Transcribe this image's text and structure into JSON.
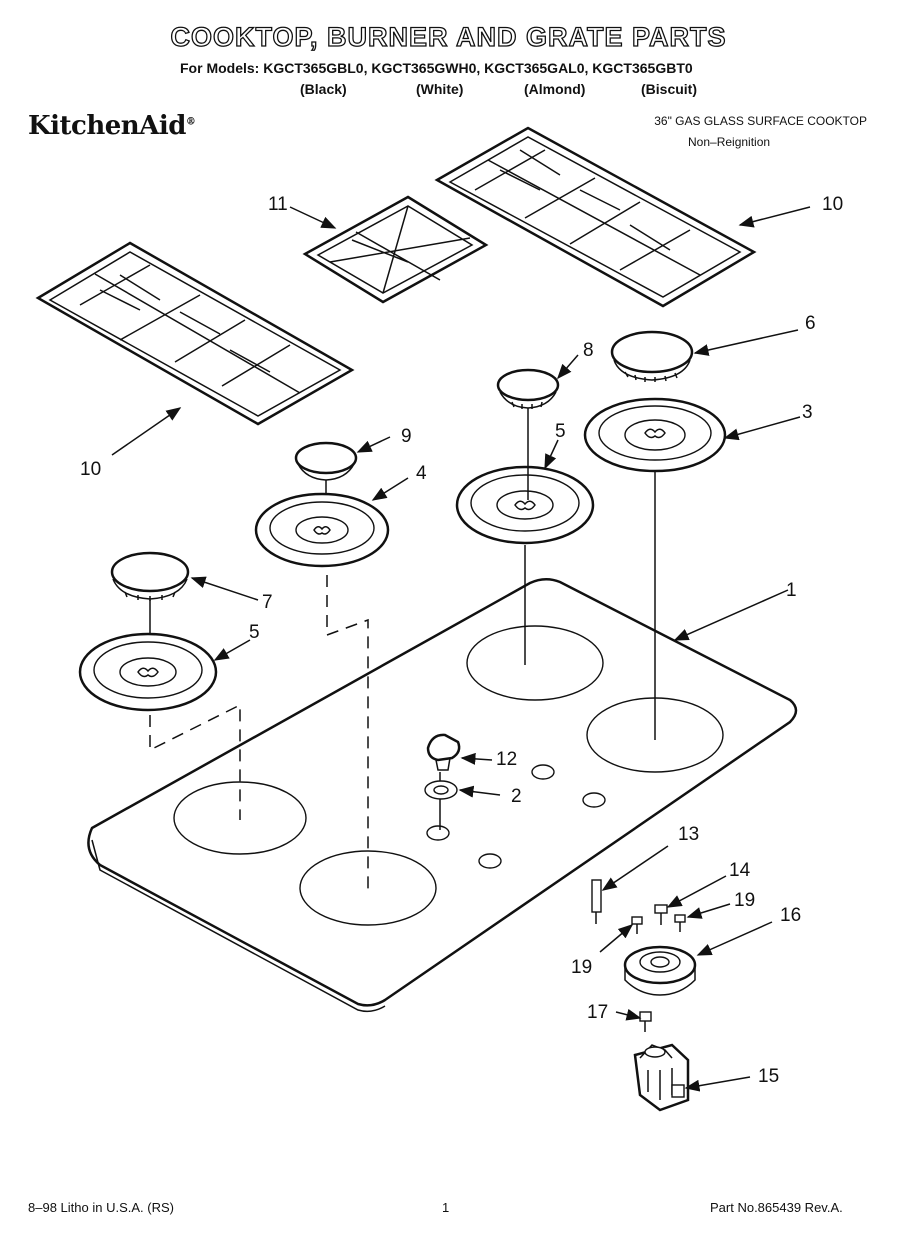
{
  "header": {
    "title": "COOKTOP, BURNER AND GRATE PARTS",
    "models": "For Models: KGCT365GBL0, KGCT365GWH0, KGCT365GAL0, KGCT365GBT0",
    "colors": [
      "(Black)",
      "(White)",
      "(Almond)",
      "(Biscuit)"
    ],
    "brand": "KitchenAid",
    "product": "36\" GAS GLASS SURFACE COOKTOP",
    "ignition": "Non–Reignition"
  },
  "callouts": {
    "c1": "1",
    "c2": "2",
    "c3": "3",
    "c4": "4",
    "c5a": "5",
    "c5b": "5",
    "c6": "6",
    "c7": "7",
    "c8": "8",
    "c9": "9",
    "c10a": "10",
    "c10b": "10",
    "c11": "11",
    "c12": "12",
    "c13": "13",
    "c14": "14",
    "c15": "15",
    "c16": "16",
    "c17": "17",
    "c19a": "19",
    "c19b": "19"
  },
  "footer": {
    "litho": "8–98 Litho in U.S.A. (RS)",
    "page": "1",
    "part_no": "Part No.865439 Rev.A."
  }
}
